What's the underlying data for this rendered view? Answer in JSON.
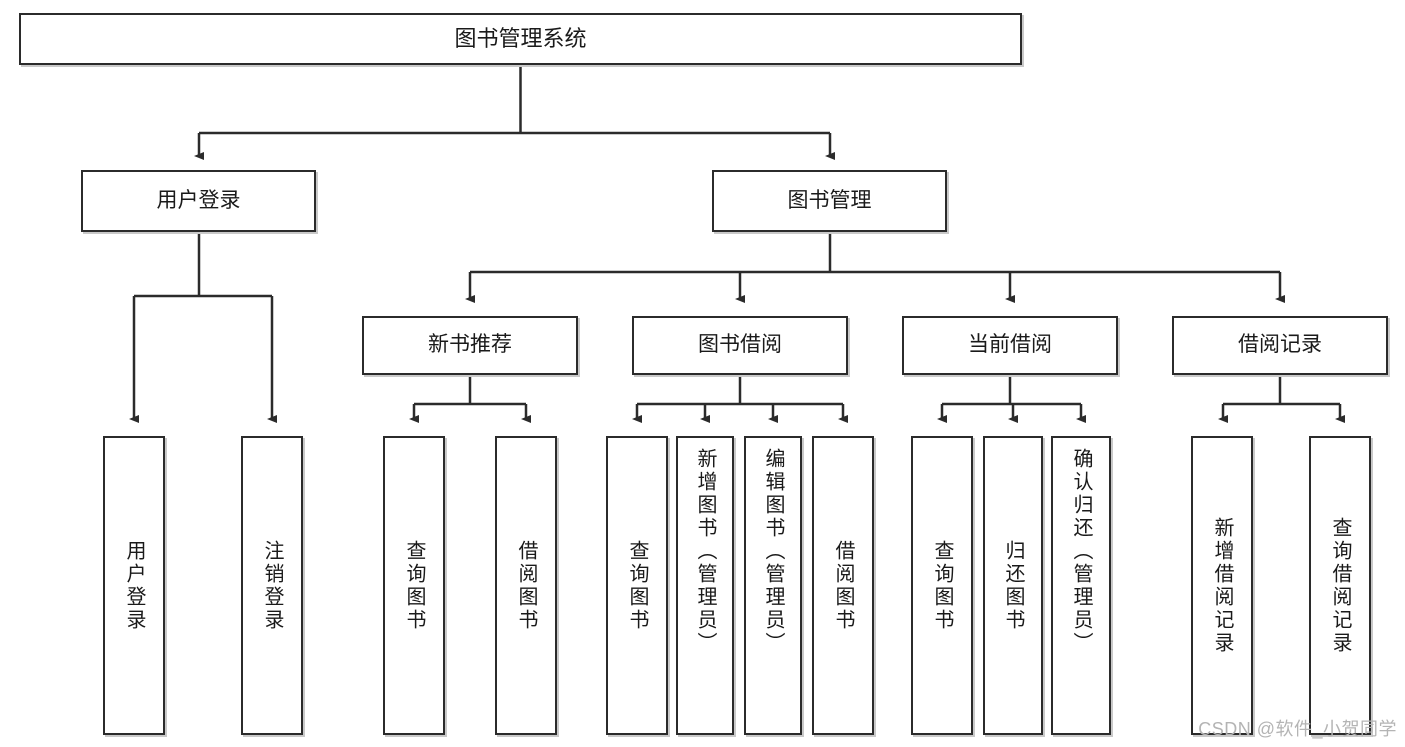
{
  "diagram": {
    "type": "tree",
    "title": "图书管理系统",
    "orientation": "top-down",
    "colors": {
      "box_border": "#2b2b2b",
      "box_fill": "#ffffff",
      "connector": "#2b2b2b",
      "text": "#1a1a1a",
      "watermark": "#b4b4b4",
      "background": "#ffffff"
    }
  },
  "watermark": {
    "text": "CSDN @软件_小贺同学"
  },
  "nodes": {
    "root": {
      "label": "图书管理系统"
    },
    "level2": [
      {
        "label": "用户登录"
      },
      {
        "label": "图书管理"
      }
    ],
    "level3": [
      {
        "label": "新书推荐"
      },
      {
        "label": "图书借阅"
      },
      {
        "label": "当前借阅"
      },
      {
        "label": "借阅记录"
      }
    ],
    "leaves": {
      "user_login": [
        {
          "label": "用户登录"
        },
        {
          "label": "注销登录"
        }
      ],
      "new_book": [
        {
          "label": "查询图书"
        },
        {
          "label": "借阅图书"
        }
      ],
      "book_borrow": [
        {
          "label": "查询图书"
        },
        {
          "label": "新增图书（管理员）"
        },
        {
          "label": "编辑图书（管理员）"
        },
        {
          "label": "借阅图书"
        }
      ],
      "current_borrow": [
        {
          "label": "查询图书"
        },
        {
          "label": "归还图书"
        },
        {
          "label": "确认归还（管理员）"
        }
      ],
      "borrow_record": [
        {
          "label": "新增借阅记录"
        },
        {
          "label": "查询借阅记录"
        }
      ]
    }
  }
}
